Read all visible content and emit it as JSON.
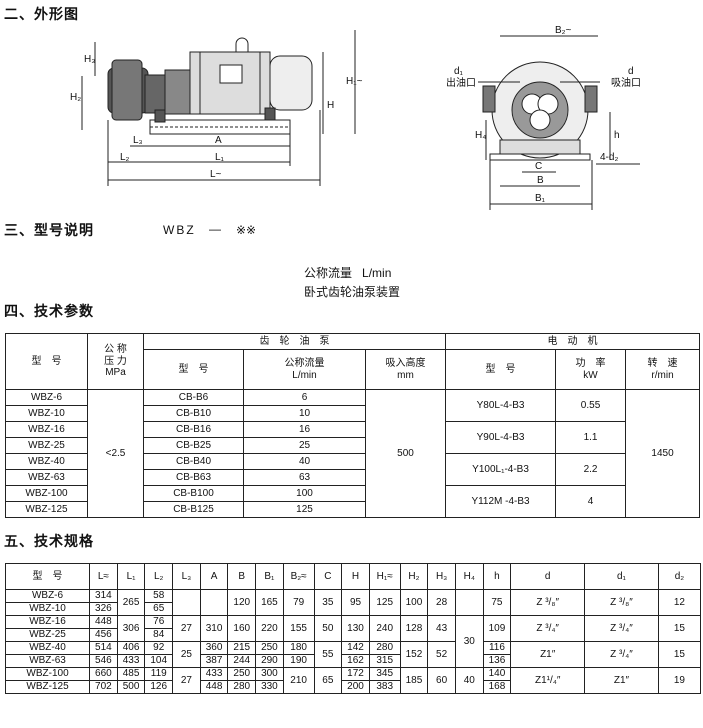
{
  "sections": {
    "outline": "二、外形图",
    "model": "三、型号说明",
    "params": "四、技术参数",
    "specs": "五、技术规格"
  },
  "drawing_labels": {
    "left": {
      "H3": "H₃",
      "H2": "H₂",
      "H": "H",
      "H1": "H₁~",
      "L3": "L₃",
      "A": "A",
      "L2": "L₂",
      "L1": "L₁",
      "L": "L~"
    },
    "right": {
      "B2": "B₂~",
      "d1": "d₁",
      "outlet": "出油口",
      "d": "d",
      "inlet": "吸油口",
      "H4": "H₄",
      "h": "h",
      "C": "C",
      "d2": "4-d₂",
      "B": "B",
      "B1": "B₁"
    }
  },
  "model_code": {
    "base": "WBZ",
    "dash": "—",
    "suffix": "※※",
    "flow_label": "公称流量",
    "flow_unit": "L/min",
    "name": "卧式齿轮油泵装置"
  },
  "params_table": {
    "h_model": "型　号",
    "h_pressure": [
      "公 称",
      "压 力",
      "MPa"
    ],
    "h_pump": "齿　轮　油　泵",
    "h_pump_model": "型　号",
    "h_flow": [
      "公称流量",
      "L/min"
    ],
    "h_suction": [
      "吸入高度",
      "mm"
    ],
    "h_motor": "电　动　机",
    "h_motor_model": "型　号",
    "h_power": [
      "功　率",
      "kW"
    ],
    "h_speed": [
      "转　速",
      "r/min"
    ],
    "models": [
      "WBZ-6",
      "WBZ-10",
      "WBZ-16",
      "WBZ-25",
      "WBZ-40",
      "WBZ-63",
      "WBZ-100",
      "WBZ-125"
    ],
    "pressure": "<2.5",
    "pumps": [
      "CB-B6",
      "CB-B10",
      "CB-B16",
      "CB-B25",
      "CB-B40",
      "CB-B63",
      "CB-B100",
      "CB-B125"
    ],
    "flows": [
      "6",
      "10",
      "16",
      "25",
      "40",
      "63",
      "100",
      "125"
    ],
    "suction": "500",
    "motors": [
      {
        "model": "Y80L-4-B3",
        "power": "0.55"
      },
      {
        "model": "Y90L-4-B3",
        "power": "1.1"
      },
      {
        "model": "Y100L₁-4-B3",
        "power": "2.2"
      },
      {
        "model": "Y112M -4-B3",
        "power": "4"
      }
    ],
    "speed": "1450"
  },
  "spec_table": {
    "headers": [
      "型　号",
      "L≈",
      "L₁",
      "L₂",
      "L₃",
      "A",
      "B",
      "B₁",
      "B₂≈",
      "C",
      "H",
      "H₁≈",
      "H₂",
      "H₃",
      "H₄",
      "h",
      "d",
      "d₁",
      "d₂"
    ],
    "models": [
      "WBZ-6",
      "WBZ-10",
      "WBZ-16",
      "WBZ-25",
      "WBZ-40",
      "WBZ-63",
      "WBZ-100",
      "WBZ-125"
    ],
    "L": [
      "314",
      "326",
      "448",
      "456",
      "514",
      "546",
      "660",
      "702"
    ],
    "L1": [
      "265",
      "306",
      "406",
      "433",
      "485",
      "500"
    ],
    "L2": [
      "58",
      "65",
      "76",
      "84",
      "92",
      "104",
      "119",
      "126"
    ],
    "L3": [
      "27",
      "25",
      "27"
    ],
    "A": [
      "310",
      "360",
      "387",
      "433",
      "448"
    ],
    "B": [
      "120",
      "160",
      "215",
      "244",
      "250",
      "280"
    ],
    "B1": [
      "165",
      "220",
      "250",
      "290",
      "300",
      "330"
    ],
    "B2": [
      "79",
      "155",
      "180",
      "190",
      "210"
    ],
    "C": [
      "35",
      "50",
      "55",
      "65"
    ],
    "H": [
      "95",
      "130",
      "142",
      "162",
      "172",
      "200"
    ],
    "H1": [
      "125",
      "240",
      "280",
      "315",
      "345",
      "383"
    ],
    "H2": [
      "100",
      "128",
      "152",
      "185"
    ],
    "H3": [
      "28",
      "43",
      "52",
      "60"
    ],
    "H4": [
      "30",
      "40"
    ],
    "h": [
      "75",
      "109",
      "116",
      "136",
      "140",
      "168"
    ],
    "d": [
      "Z ³/₈″",
      "Z ³/₄″",
      "Z1″",
      "Z1¹/₄″"
    ],
    "d1": [
      "Z ³/₈″",
      "Z ³/₄″",
      "Z ³/₄″",
      "Z1″"
    ],
    "d2": [
      "12",
      "15",
      "15",
      "19"
    ]
  }
}
